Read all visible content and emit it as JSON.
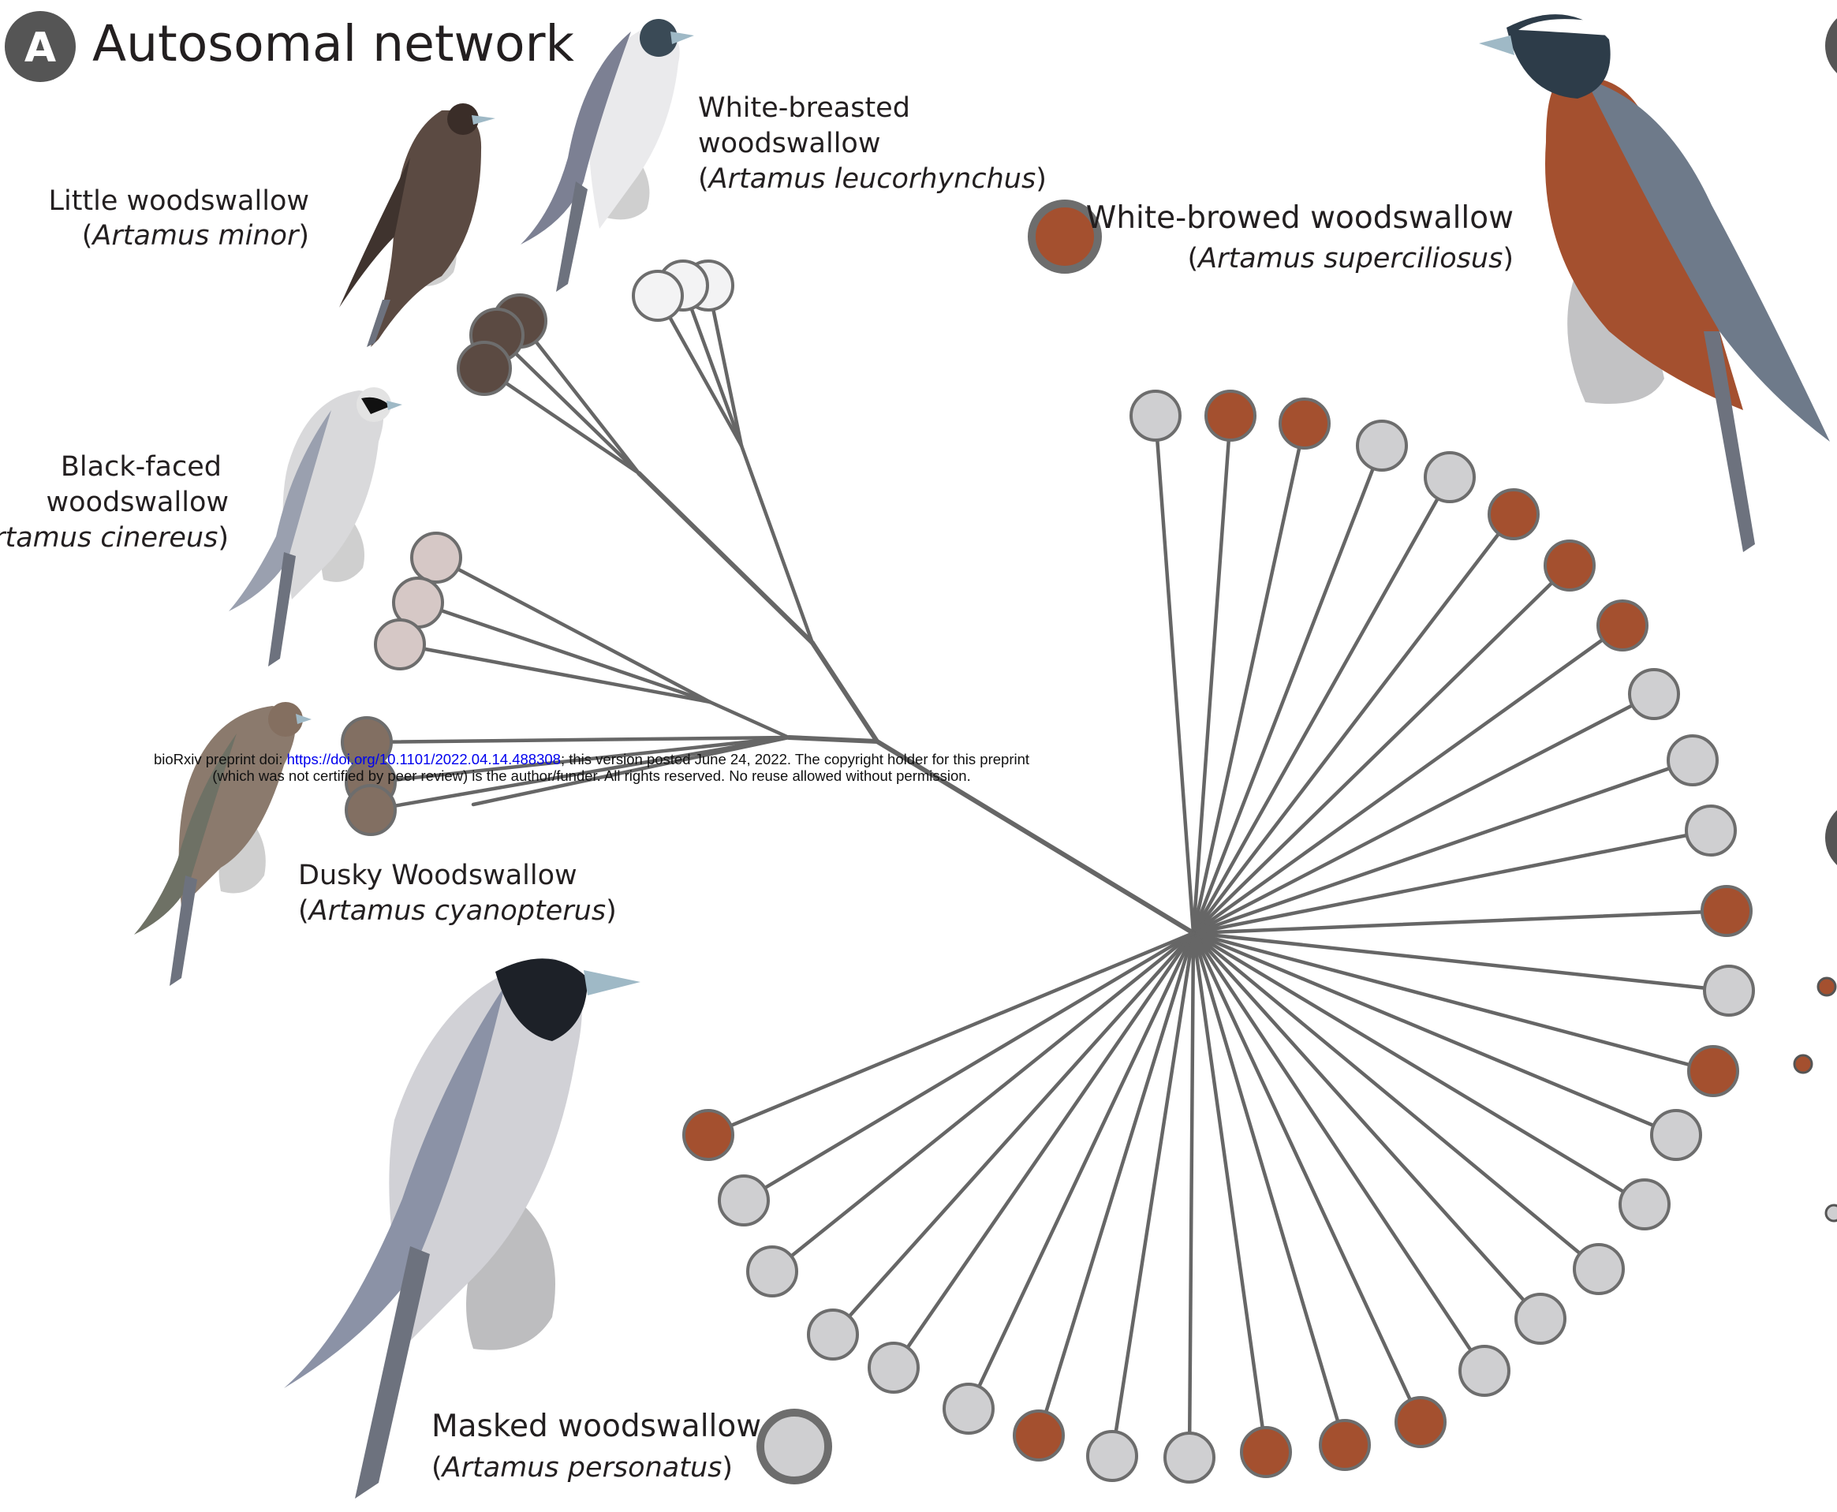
{
  "panel": {
    "letter": "A",
    "title": "Autosomal network"
  },
  "colors": {
    "edge": "#666666",
    "minor": "#5b4a42",
    "leucorhynchus": "#f3f3f4",
    "cinereus": "#d6c8c6",
    "cyanopterus": "#826f62",
    "superciliosus": "#a4502f",
    "personatus": "#cfcfd1",
    "node_stroke": "#6d6d6d"
  },
  "species": {
    "minor": {
      "common": "Little woodswallow",
      "latin": "Artamus minor"
    },
    "leucorhynchus": {
      "common_line1": "White-breasted",
      "common_line2": "woodswallow",
      "latin": "Artamus leucorhynchus"
    },
    "cinereus": {
      "common_line1": "Black-faced",
      "common_line2": "woodswallow",
      "latin": "Artamus cinereus"
    },
    "cyanopterus": {
      "common": "Dusky Woodswallow",
      "latin": "Artamus cyanopterus"
    },
    "superciliosus": {
      "common": "White-browed woodswallow",
      "latin": "Artamus superciliosus"
    },
    "personatus": {
      "common": "Masked woodswallow",
      "latin": "Artamus personatus"
    }
  },
  "network": {
    "minor_samples": 3,
    "leucorhynchus_samples": 3,
    "cinereus_samples": 3,
    "cyanopterus_samples": 3,
    "superciliosus_personatus_fan": [
      "personatus",
      "superciliosus",
      "superciliosus",
      "personatus",
      "personatus",
      "superciliosus",
      "superciliosus",
      "superciliosus",
      "personatus",
      "personatus",
      "personatus",
      "superciliosus",
      "personatus",
      "superciliosus",
      "personatus",
      "personatus",
      "personatus",
      "personatus",
      "personatus",
      "superciliosus",
      "superciliosus",
      "superciliosus",
      "personatus",
      "personatus",
      "superciliosus",
      "personatus",
      "personatus",
      "personatus",
      "personatus",
      "personatus",
      "superciliosus"
    ]
  },
  "watermark": {
    "prefix": "bioRxiv preprint doi: ",
    "doi": "https://doi.org/10.1101/2022.04.14.488308",
    "suffix": "; this version posted June 24, 2022. The copyright holder for this preprint",
    "line2": "(which was not certified by peer review) is the author/funder. All rights reserved. No reuse allowed without permission."
  }
}
